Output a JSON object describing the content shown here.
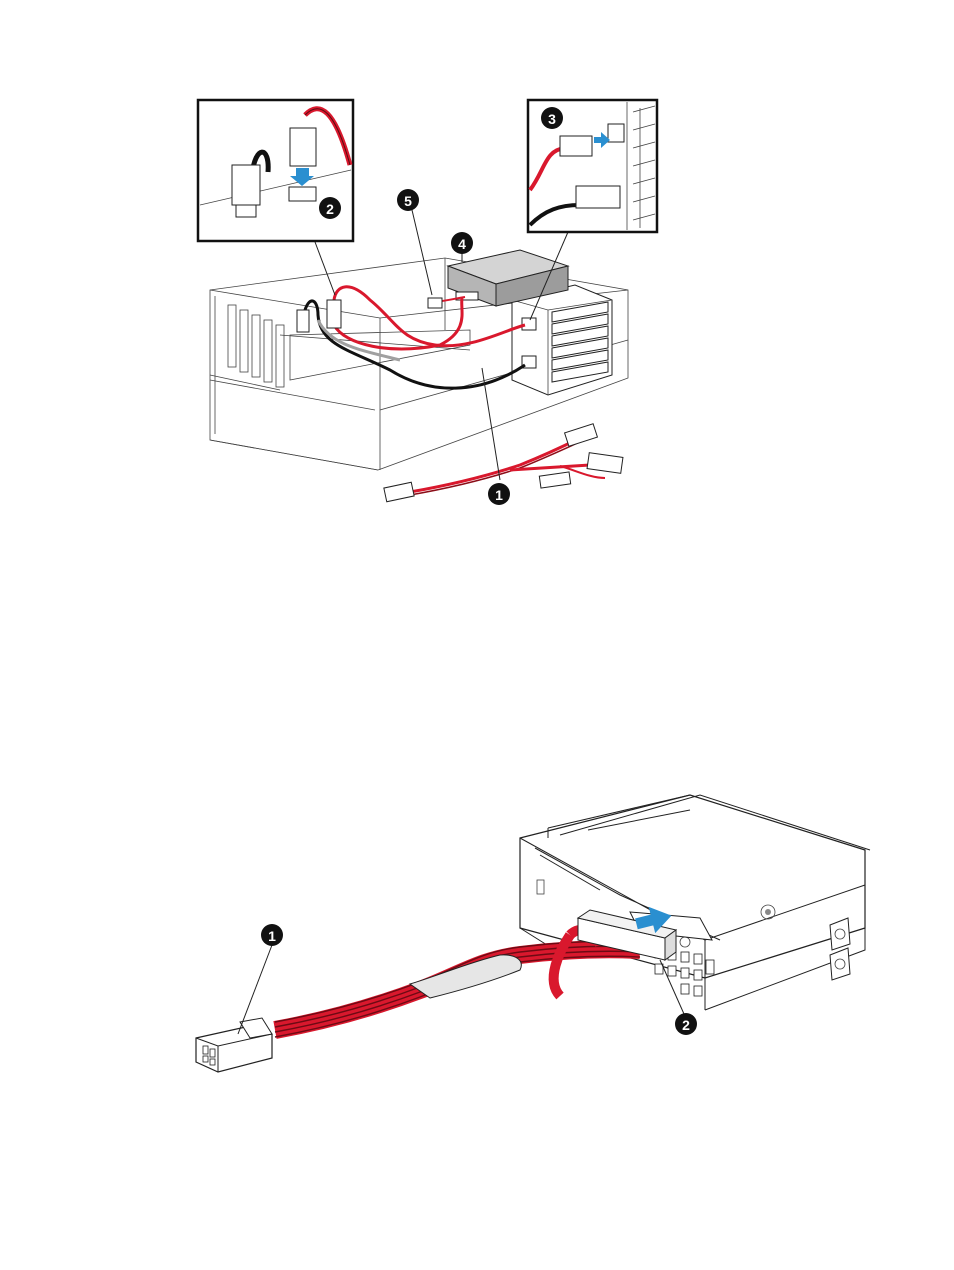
{
  "figure1": {
    "callouts": [
      {
        "id": "callout-1",
        "label": "1"
      },
      {
        "id": "callout-2",
        "label": "2"
      },
      {
        "id": "callout-3",
        "label": "3"
      },
      {
        "id": "callout-4",
        "label": "4"
      },
      {
        "id": "callout-5",
        "label": "5"
      }
    ]
  },
  "figure2": {
    "callouts": [
      {
        "id": "callout-1",
        "label": "1"
      },
      {
        "id": "callout-2",
        "label": "2"
      }
    ]
  },
  "colors": {
    "cable_red": "#d9182d",
    "cable_dark_red": "#8b0d18",
    "cable_black": "#111111",
    "cable_gray": "#a0a0a0",
    "arrow_blue": "#2a8fd0",
    "drive_gray": "#c8c8c8"
  }
}
